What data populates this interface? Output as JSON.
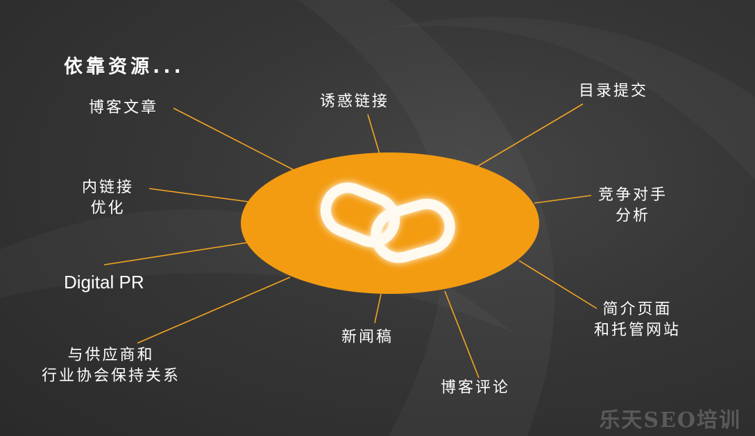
{
  "heading": "依靠资源...",
  "center_icon": "link-chain-icon",
  "center_color": "#f39c12",
  "line_color": "#f5a623",
  "nodes": {
    "blog_article": "博客文章",
    "lure_links": "诱惑链接",
    "directory_submit": "目录提交",
    "internal_link_1": "内链接",
    "internal_link_2": "优化",
    "competitor_1": "竞争对手",
    "competitor_2": "分析",
    "digital_pr": "Digital PR",
    "profile_1": "简介页面",
    "profile_2": "和托管网站",
    "press_release": "新闻稿",
    "supplier_1": "与供应商和",
    "supplier_2": "行业协会保持关系",
    "blog_comment": "博客评论"
  },
  "watermark": "乐天SEO培训"
}
